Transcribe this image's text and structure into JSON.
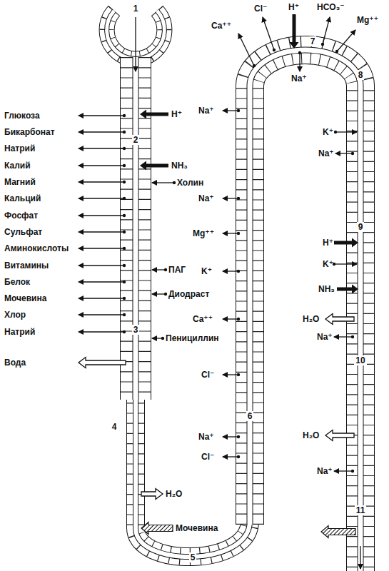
{
  "diagram": {
    "labels": [
      "Глюкоза",
      "Бикарбонат",
      "Натрий",
      "Калий",
      "Магний",
      "Кальций",
      "Фосфат",
      "Сульфат",
      "Аминокислоты",
      "Витамины",
      "Белок",
      "Мочевина",
      "Хлор",
      "Натрий",
      "Вода",
      "1",
      "2",
      "H⁺",
      "NH₃",
      "Холин",
      "ПАГ",
      "Диодраст",
      "3",
      "Пенициллин",
      "4",
      "H₂O",
      "Мочевина",
      "5",
      "Na⁺",
      "Na⁺",
      "Mg⁺⁺",
      "K⁺",
      "Ca⁺⁺",
      "Cl⁻",
      "6",
      "Na⁺",
      "Cl⁻",
      "Ca⁺⁺",
      "Cl⁻",
      "H⁺",
      "HCO₃⁻",
      "Mg⁺⁺",
      "7",
      "Na⁺",
      "8",
      "K⁺",
      "Na⁺",
      "9",
      "H⁺",
      "K⁺",
      "NH₃",
      "H₂O",
      "Na⁺",
      "10",
      "H₂O",
      "Na⁺",
      "11"
    ]
  }
}
